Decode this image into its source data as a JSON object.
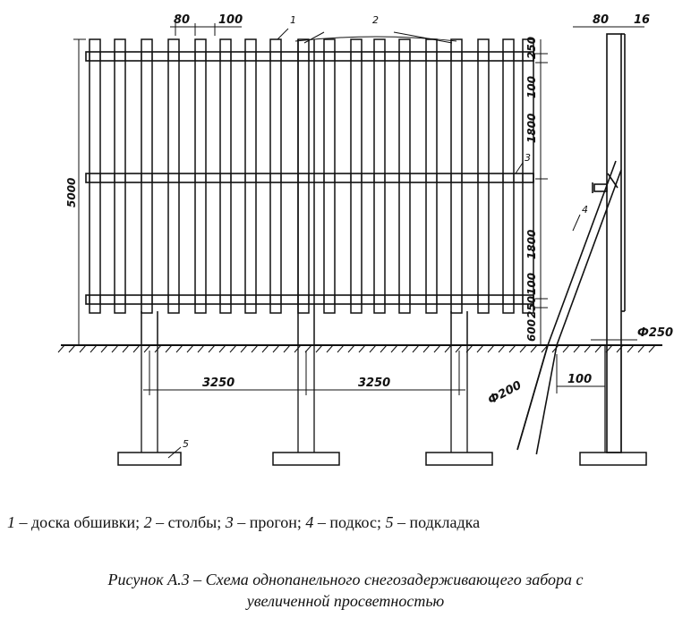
{
  "diagram": {
    "callouts": [
      "1",
      "2",
      "3",
      "4",
      "5"
    ],
    "dimensions": {
      "board_width": "80",
      "board_gap": "100",
      "side_board": "80",
      "side_thickness": "16",
      "top_offset": "250",
      "upper_100": "100",
      "upper_span": "1800",
      "lower_span": "1800",
      "lower_100": "100",
      "bottom_offset": "250",
      "ground_gap": "600",
      "height_total": "5000",
      "post_spacing_left": "3250",
      "post_spacing_right": "3250",
      "post_diameter": "Ф250",
      "brace_diameter": "Ф200",
      "brace_offset": "100"
    },
    "colors": {
      "line": "#111111",
      "background": "#ffffff"
    }
  },
  "legend": {
    "items": [
      {
        "num": "1",
        "text": " – доска обшивки; "
      },
      {
        "num": "2",
        "text": " – столбы; "
      },
      {
        "num": "3",
        "text": " – прогон; "
      },
      {
        "num": "4",
        "text": " – подкос; "
      },
      {
        "num": "5",
        "text": " – подкладка"
      }
    ]
  },
  "caption": {
    "line1": "Рисунок А.3 – Схема однопанельного снегозадерживающего забора с",
    "line2": "увеличенной просветностью"
  }
}
